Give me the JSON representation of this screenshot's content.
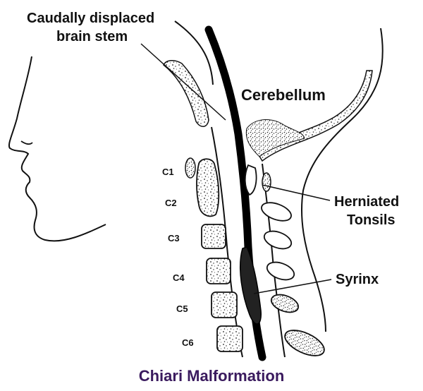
{
  "labels": {
    "brainstem_line1": "Caudally displaced",
    "brainstem_line2": "brain stem",
    "cerebellum": "Cerebellum",
    "herniated_line1": "Herniated",
    "herniated_line2": "Tonsils",
    "syrinx": "Syrinx"
  },
  "vertebrae": [
    "C1",
    "C2",
    "C3",
    "C4",
    "C5",
    "C6"
  ],
  "caption": "Chiari Malformation",
  "colors": {
    "caption": "#3a1a5e",
    "ink": "#111111"
  }
}
